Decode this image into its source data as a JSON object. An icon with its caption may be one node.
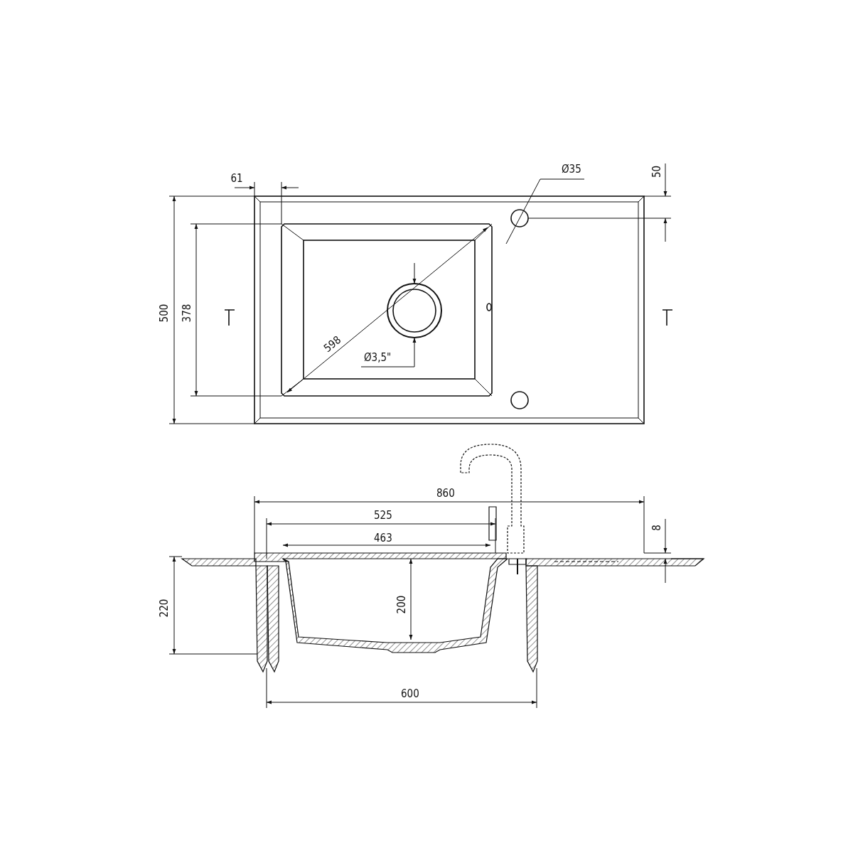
{
  "diagram": {
    "labels": [
      "61",
      "Ø35",
      "50",
      "500",
      "378",
      "598",
      "Ø3,5\"",
      "860",
      "525",
      "8",
      "463",
      "220",
      "200",
      "600"
    ]
  }
}
